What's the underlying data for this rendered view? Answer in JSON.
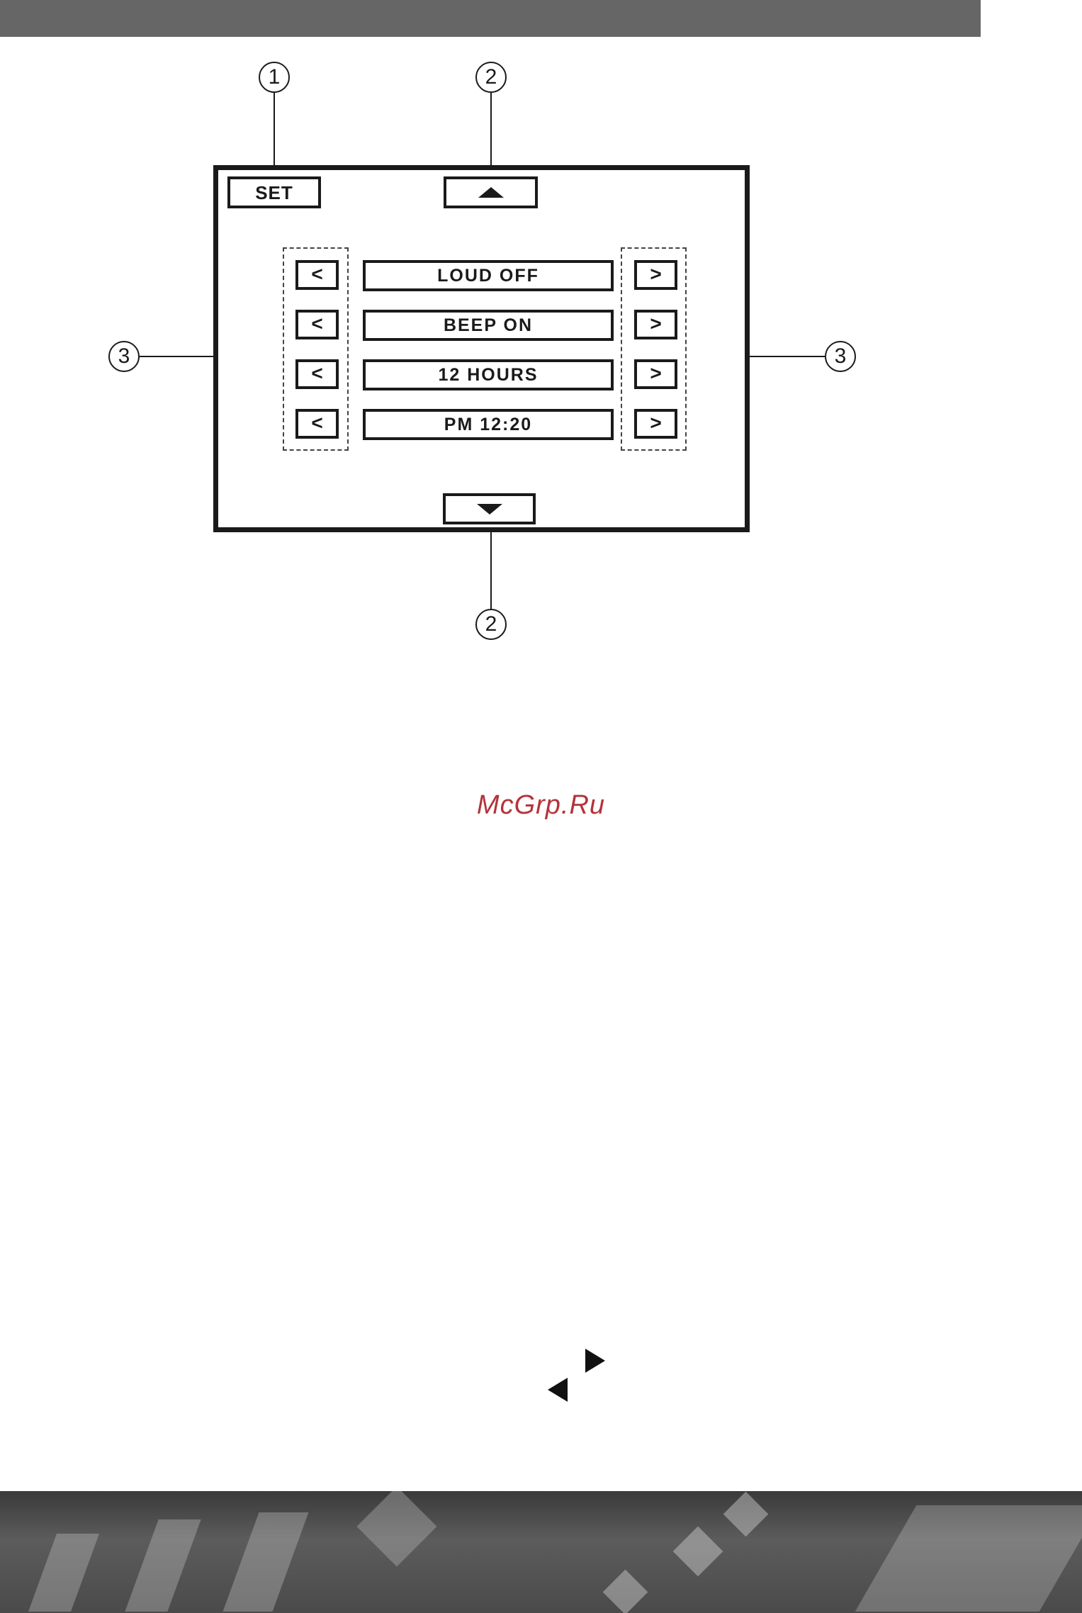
{
  "screen": {
    "set_label": "SET",
    "rows": [
      {
        "value": "LOUD OFF"
      },
      {
        "value": "BEEP ON"
      },
      {
        "value": "12 HOURS"
      },
      {
        "value": "PM 12:20"
      }
    ],
    "left_arrow_glyph": "<",
    "right_arrow_glyph": ">"
  },
  "callouts": {
    "set_button": "1",
    "scroll_buttons": "2",
    "adjust_buttons": "3"
  },
  "watermark": "McGrp.Ru",
  "icons": {
    "scroll_up": "triangle-up-icon",
    "scroll_down": "triangle-down-icon",
    "nav_next": "play-right-icon",
    "nav_prev": "play-left-icon"
  }
}
